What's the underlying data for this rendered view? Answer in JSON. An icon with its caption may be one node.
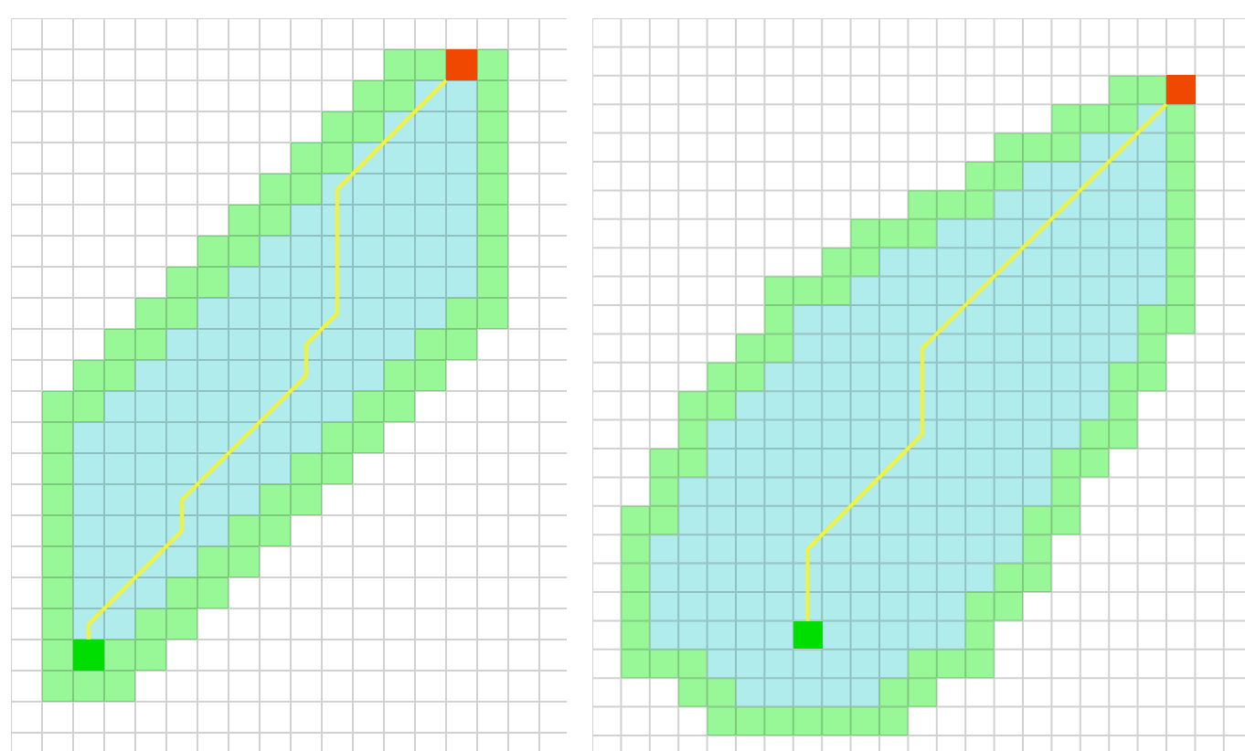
{
  "diagram": {
    "nodes": [
      {
        "text": [],
        "shape": "box"
      },
      {
        "text": [],
        "shape": "box"
      },
      {
        "text": [],
        "shape": "box"
      },
      {
        "text": [],
        "shape": "box"
      }
    ],
    "edges": [
      {
        "from": 1,
        "to": 0,
        "arrow": "none"
      },
      {
        "from": 3,
        "to": 2,
        "arrow": "none"
      }
    ]
  }
}
